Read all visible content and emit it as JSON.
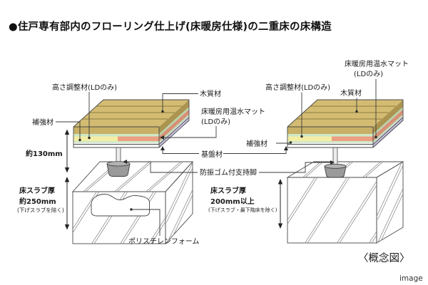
{
  "title": "●住戸専有部内のフローリング仕上げ(床暖房仕様)の二重床の床構造",
  "left_diagram": {
    "labels": {
      "height_adjuster": "高さ調整材(LDのみ)",
      "wood": "木質材",
      "reinforcement": "補強材",
      "heating_mat_line1": "床暖房用温水マット",
      "heating_mat_line2": "(LDのみ)",
      "floor_height": "約130mm",
      "slab_line1": "床スラブ厚",
      "slab_line2": "約250mm",
      "slab_line3": "(下げスラブを除く)",
      "foam": "ポリスチレンフォーム"
    }
  },
  "center_labels": {
    "base_board": "基盤材",
    "support_leg": "防振ゴム付支持脚"
  },
  "right_diagram": {
    "labels": {
      "heating_mat_line1": "床暖房用温水マット",
      "heating_mat_line2": "(LDのみ)",
      "height_adjuster": "高さ調整材(LDのみ)",
      "wood": "木質材",
      "reinforcement": "補強材",
      "slab_line1": "床スラブ厚",
      "slab_line2": "200mm以上",
      "slab_line3": "(下げスラブ・最下階床を除く)"
    }
  },
  "footer": {
    "caption": "〈概念図〉",
    "watermark": "image"
  },
  "colors": {
    "wood_top": "#d3bc72",
    "wood_front": "#c8b066",
    "wood_side": "#ab9450",
    "reinforcement_green": "#cfe8c6",
    "reinforcement_green_side": "#b7d3ac",
    "height_adjuster_yellow": "#f4eda4",
    "heating_mat_salmon": "#ec9f81",
    "heating_mat_salmon_side": "#d88f74",
    "base_lavender": "#d8d3e9",
    "base_lavender_side": "#c2bbd8",
    "slab_top": "#eaeaea",
    "slab_front": "#dddddd",
    "slab_side": "#c7c7c7"
  }
}
